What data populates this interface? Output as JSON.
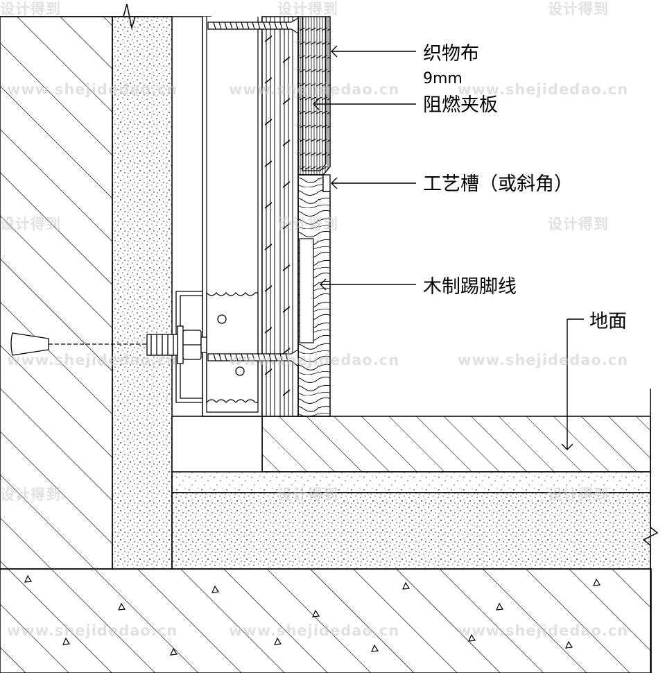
{
  "labels": {
    "fabric": "织物布",
    "board_thickness": "9mm",
    "fire_board": "阻燃夹板",
    "groove": "工艺槽（或斜角）",
    "skirting": "木制踢脚线",
    "floor": "地面"
  },
  "watermark": {
    "url": "www.shejidedao.cn",
    "cn": "设计得到"
  },
  "colors": {
    "line": "#000000",
    "watermark": "#c8c8c8"
  }
}
